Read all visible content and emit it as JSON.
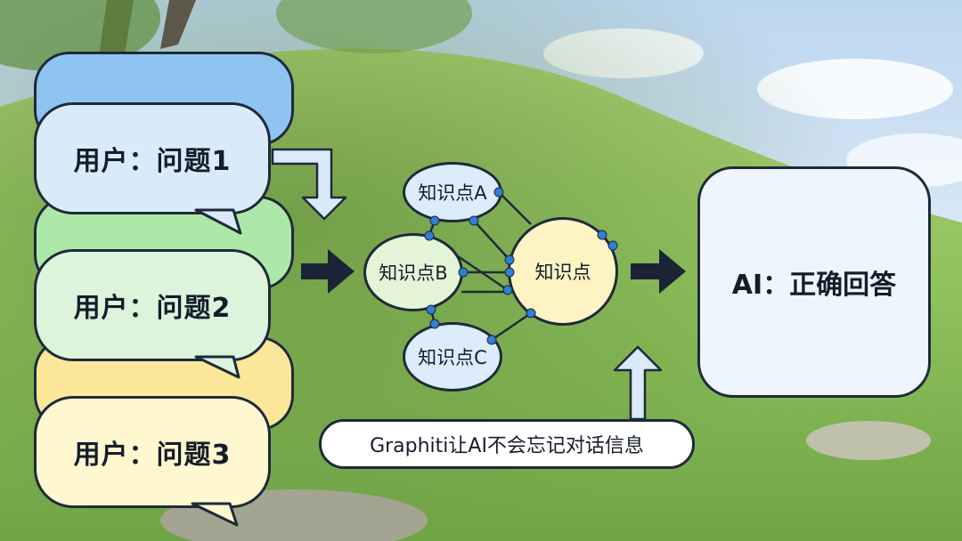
{
  "colors": {
    "sky_top": "#c9ddf2",
    "grass": "#9cc76a",
    "outline": "#1e2a3a",
    "dark_arrow": "#1a2436",
    "bubble1": "#d9ebf8",
    "bubble1_back": "#8fc3f0",
    "bubble2": "#dcf4dc",
    "bubble2_back": "#aee8a8",
    "bubble3": "#fff7cf",
    "bubble3_back": "#fbe79a",
    "node_a": "#dcecfb",
    "node_b": "#e3f5d6",
    "node_c": "#dcecfb",
    "node_center": "#fdf3c4",
    "dot": "#2f7fd6",
    "answer": "#eef5fd",
    "caption": "#ffffff",
    "light_arrow": "#dbeaf8"
  },
  "bubbles": [
    {
      "text": "用户：问题1"
    },
    {
      "text": "用户：问题2"
    },
    {
      "text": "用户：问题3"
    }
  ],
  "graph": {
    "node_a": "知识点A",
    "node_b": "知识点B",
    "node_c": "知识点C",
    "node_center": "知识点"
  },
  "answer": {
    "text": "AI：正确回答"
  },
  "caption": {
    "text": "Graphiti让AI不会忘记对话信息"
  }
}
